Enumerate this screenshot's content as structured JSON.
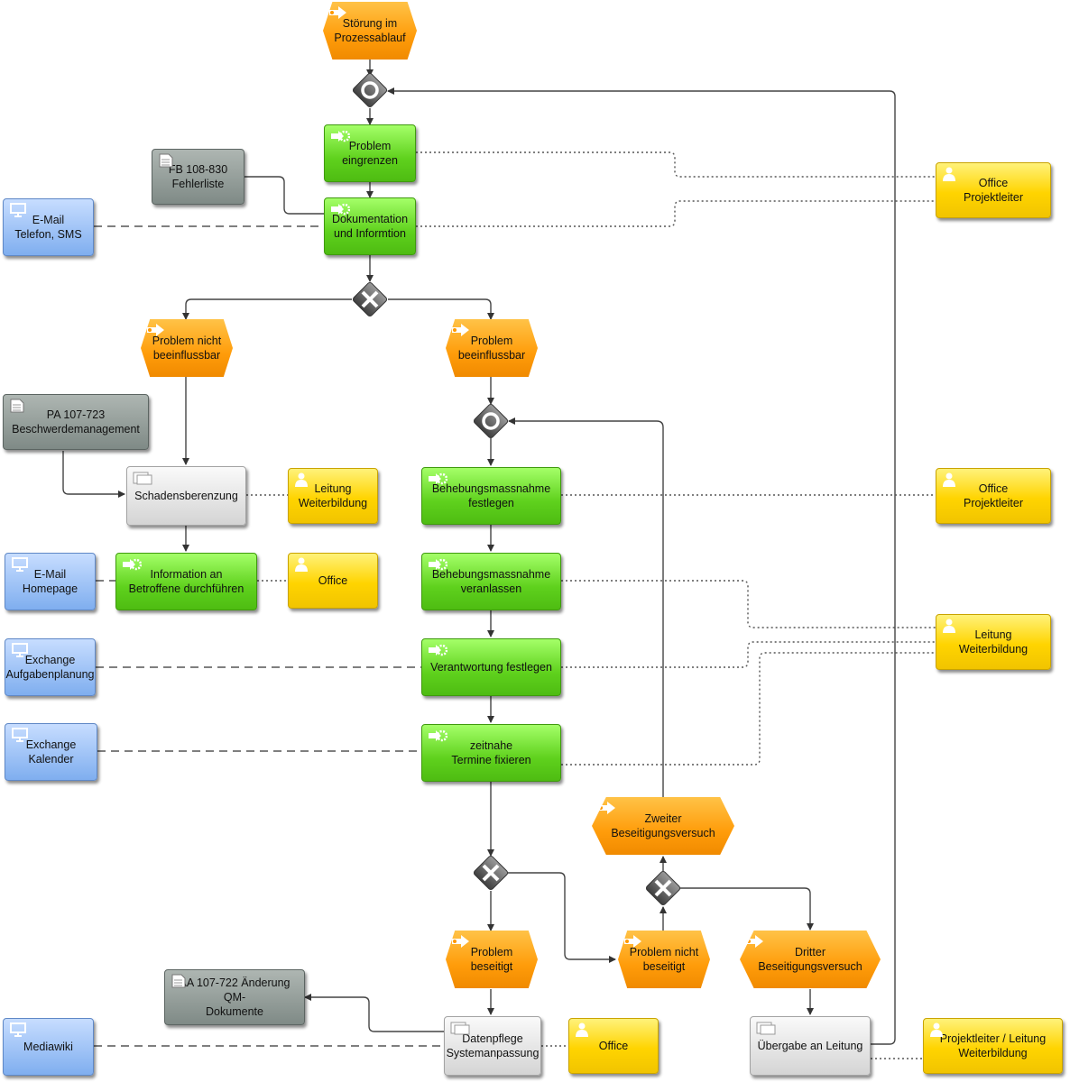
{
  "events": {
    "start": "Störung im\nProzessablauf",
    "not_influenceable": "Problem nicht\nbeeinflussbar",
    "influenceable": "Problem\nbeeinflussbar",
    "second_attempt": "Zweiter\nBeseitigungsversuch",
    "solved": "Problem\nbeseitigt",
    "not_solved": "Problem nicht\nbeseitigt",
    "third_attempt": "Dritter\nBeseitigungsversuch"
  },
  "functions": {
    "narrow": "Problem\neingrenzen",
    "document": "Dokumentation\nund Informtion",
    "inform": "Information an\nBetroffene durchführen",
    "define": "Behebungsmassnahme\nfestlegen",
    "arrange": "Behebungsmassnahme\nveranlassen",
    "responsibility": "Verantwortung festlegen",
    "schedule": "zeitnahe\nTermine fixieren"
  },
  "processes": {
    "damage": "Schadensberenzung",
    "data_maintenance": "Datenpflege\nSystemanpassung",
    "handover": "Übergabe an Leitung"
  },
  "documents": {
    "fb": "FB 108-830\nFehlerliste",
    "pa": "PA 107-723\nBeschwerdemanagement",
    "aa": "AA 107-722 Änderung QM-\nDokumente"
  },
  "systems": {
    "email_phone": "E-Mail\nTelefon, SMS",
    "email_homepage": "E-Mail\nHomepage",
    "exchange_tasks": "Exchange\nAufgabenplanung",
    "exchange_calendar": "Exchange\nKalender",
    "mediawiki": "Mediawiki"
  },
  "roles": {
    "office_pl_1": "Office\nProjektleiter",
    "office_pl_2": "Office\nProjektleiter",
    "leitung_wb_right": "Leitung Weiterbildung",
    "leitung_wb_mid": "Leitung\nWeiterbildung",
    "office_mid": "Office",
    "office_bottom": "Office",
    "pl_leitung_wb": "Projektleiter / Leitung\nWeiterbildung"
  },
  "colors": {
    "event": "#ff9c0a",
    "function": "#6cdc24",
    "document": "#8f9995",
    "system": "#9fc2f8",
    "role": "#ffd800",
    "process": "#e6e6e6",
    "connector": "#555555"
  }
}
